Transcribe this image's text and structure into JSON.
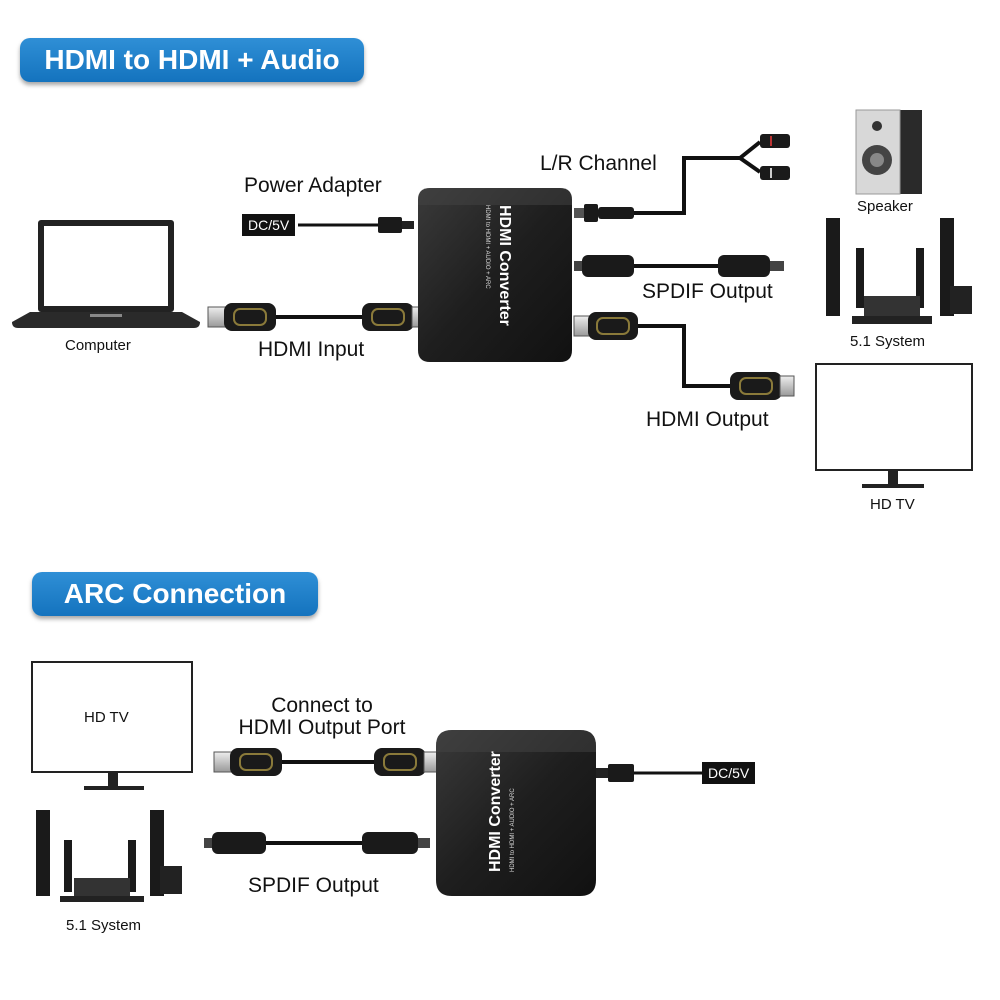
{
  "section1": {
    "title": "HDMI to HDMI + Audio",
    "labels": {
      "power_adapter": "Power Adapter",
      "dc": "DC/5V",
      "lr_channel": "L/R Channel",
      "spdif_output": "SPDIF Output",
      "hdmi_input": "HDMI Input",
      "hdmi_output": "HDMI Output",
      "computer": "Computer",
      "speaker": "Speaker",
      "system": "5.1 System",
      "hdtv": "HD TV"
    }
  },
  "section2": {
    "title": "ARC Connection",
    "labels": {
      "connect_to_line1": "Connect to",
      "connect_to_line2": "HDMI Output Port",
      "spdif_output": "SPDIF Output",
      "dc": "DC/5V",
      "hdtv": "HD TV",
      "system": "5.1 System"
    }
  },
  "device": {
    "name": "HDMI Converter",
    "subtitle": "HDMI to HDMI + AUDIO + ARC"
  },
  "colors": {
    "accent": "#1a7fcc",
    "device": "#1c1c1c",
    "cable": "#111111",
    "connector_gold": "#8a7a3a"
  }
}
